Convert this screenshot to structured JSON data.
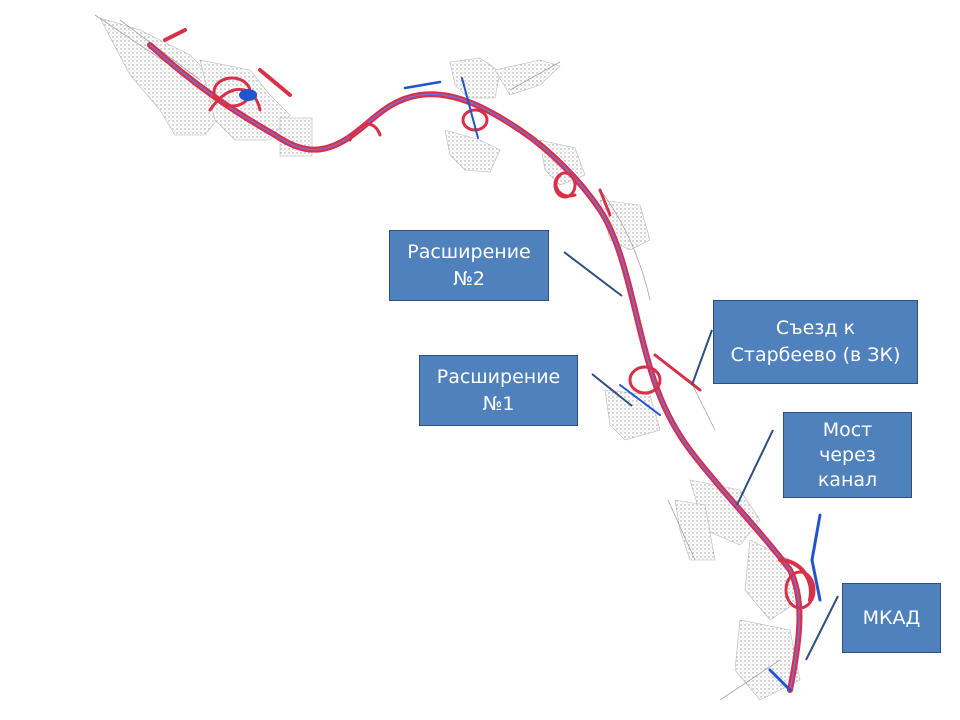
{
  "labels": {
    "expansion_2": {
      "line1": "Расширение",
      "line2": "№2"
    },
    "exit_starbeevo": {
      "line1": "Съезд к",
      "line2": "Старбеево (в ЗК)"
    },
    "expansion_1": {
      "line1": "Расширение",
      "line2": "№1"
    },
    "bridge": {
      "line1": "Мост",
      "line2": "через",
      "line3": "канал"
    },
    "mkad": {
      "line1": "МКАД"
    }
  },
  "colors": {
    "callout_fill": "#4f81bd",
    "callout_border": "#2f4f7f",
    "leader_line": "#2f4f7f",
    "road_main": "#d9304a",
    "road_alt": "#2255cc",
    "terrain": "#b0b0b0"
  }
}
